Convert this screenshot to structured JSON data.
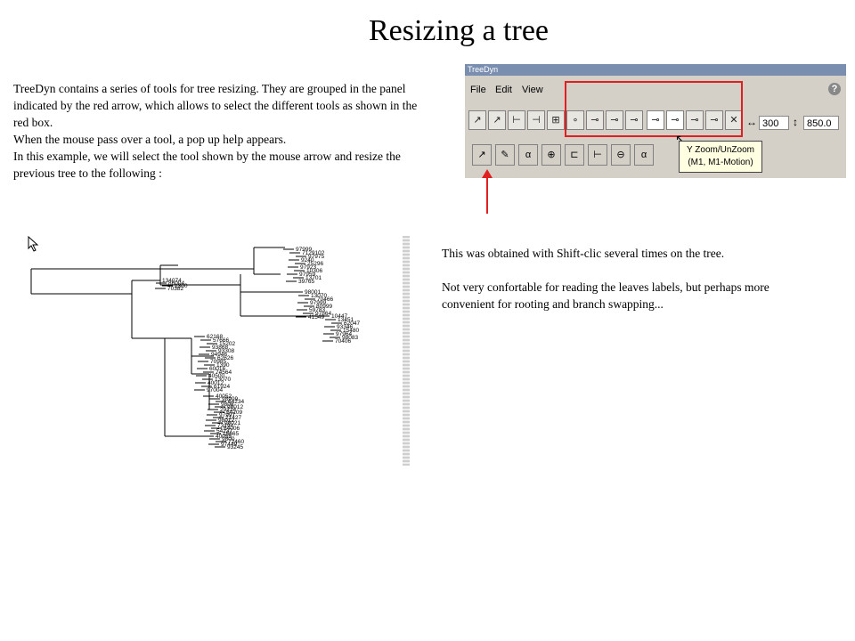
{
  "title": "Resizing a tree",
  "intro": {
    "lines": [
      "TreeDyn contains a series of tools for tree resizing. They are grouped in the panel indicated by the red arrow, which allows to select the different tools as shown in the red box.",
      "When the mouse pass over a tool, a pop up help appears.",
      "In this example, we will select the tool shown by the mouse arrow and resize the previous tree to the following :"
    ]
  },
  "note": {
    "line1": "This was obtained with Shift-clic several times on the tree.",
    "line2": "Not very confortable for reading the leaves labels, but perhaps more convenient for rooting and branch swapping..."
  },
  "window": {
    "title": "TreeDyn",
    "menu": [
      "File",
      "Edit",
      "View"
    ],
    "help_icon": "question-icon",
    "width_value": "300",
    "height_value": "850.0",
    "tooltip_line1": "Y Zoom/UnZoom",
    "tooltip_line2": "(M1, M1-Motion)"
  },
  "tree": {
    "labels": [
      "97999",
      "7129102",
      "97975",
      "9240",
      "25296",
      "97923",
      "10306",
      "97959",
      "13701",
      "39765",
      "134074",
      "86004",
      "1300",
      "70382",
      "98001",
      "13070",
      "70466",
      "97999",
      "80999",
      "59783",
      "97864",
      "41549",
      "10447",
      "13451",
      "62047",
      "93346",
      "15480",
      "97964",
      "98083",
      "70406",
      "62168",
      "57666",
      "15202",
      "93868",
      "93308",
      "94946",
      "62626",
      "70985",
      "1390",
      "60016",
      "74564",
      "40500",
      "13070",
      "40012",
      "61924",
      "97004",
      "40052",
      "98909",
      "64234",
      "9808",
      "98012",
      "29224",
      "54209",
      "97997",
      "21427",
      "98012",
      "98021",
      "73194",
      "54006",
      "54237",
      "15665",
      "40055",
      "9800",
      "72460",
      "97449",
      "93245"
    ]
  },
  "colors": {
    "accent": "#e02020",
    "window_bg": "#d4d0c8",
    "tooltip_bg": "#ffffe1"
  }
}
